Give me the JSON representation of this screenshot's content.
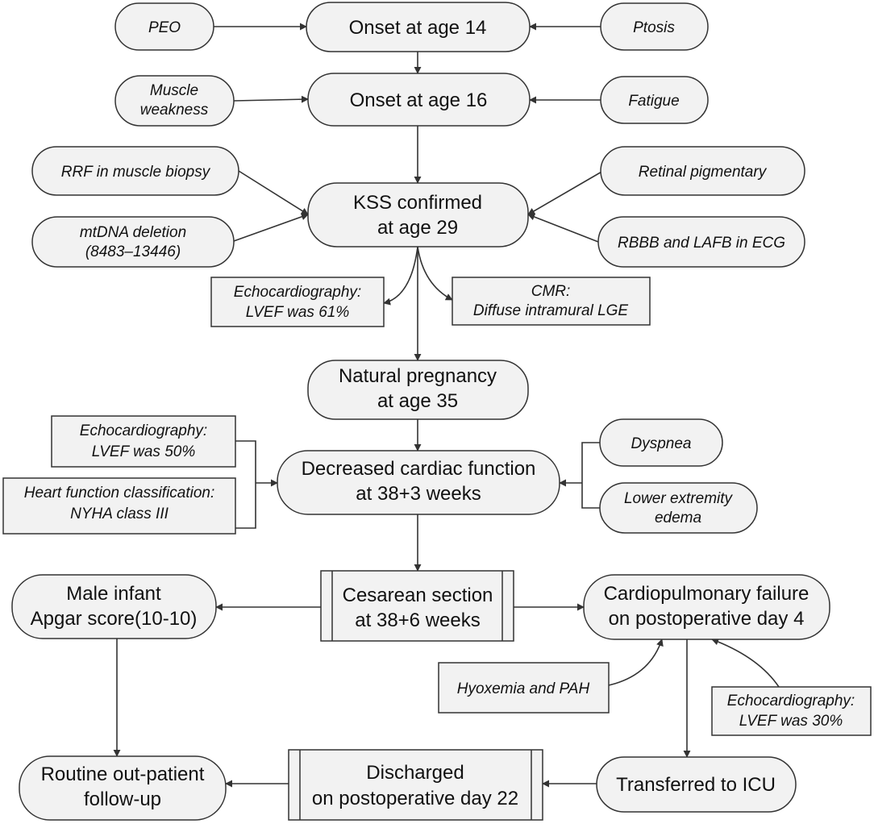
{
  "nodes": {
    "peo": [
      "PEO"
    ],
    "onset14": [
      "Onset at age 14"
    ],
    "ptosis": [
      "Ptosis"
    ],
    "muscle_weakness": [
      "Muscle",
      "weakness"
    ],
    "onset16": [
      "Onset at age 16"
    ],
    "fatigue": [
      "Fatigue"
    ],
    "rrf": [
      "RRF in muscle biopsy"
    ],
    "mtdna": [
      "mtDNA deletion",
      "(8483–13446)"
    ],
    "kss": [
      "KSS confirmed",
      "at age 29"
    ],
    "retinal": [
      "Retinal pigmentary"
    ],
    "rbbb": [
      "RBBB and LAFB in ECG"
    ],
    "echo61": [
      "Echocardiography:",
      "LVEF was 61%"
    ],
    "cmr": [
      "CMR:",
      "Diffuse intramural LGE"
    ],
    "pregnancy": [
      "Natural pregnancy",
      "at age 35"
    ],
    "echo50": [
      "Echocardiography:",
      "LVEF was 50%"
    ],
    "nyha": [
      "Heart function classification:",
      "NYHA class III"
    ],
    "decreased": [
      "Decreased cardiac function",
      "at 38+3 weeks"
    ],
    "dyspnea": [
      "Dyspnea"
    ],
    "edema": [
      "Lower extremity",
      "edema"
    ],
    "infant": [
      "Male infant",
      "Apgar score(10-10)"
    ],
    "cesarean": [
      "Cesarean section",
      "at 38+6 weeks"
    ],
    "cardiopulmonary": [
      "Cardiopulmonary failure",
      "on postoperative day 4"
    ],
    "hyoxemia": [
      "Hyoxemia and PAH"
    ],
    "echo30": [
      "Echocardiography:",
      "LVEF was 30%"
    ],
    "followup": [
      "Routine out-patient",
      "follow-up"
    ],
    "discharged": [
      "Discharged",
      "on postoperative day 22"
    ],
    "icu": [
      "Transferred to ICU"
    ]
  }
}
